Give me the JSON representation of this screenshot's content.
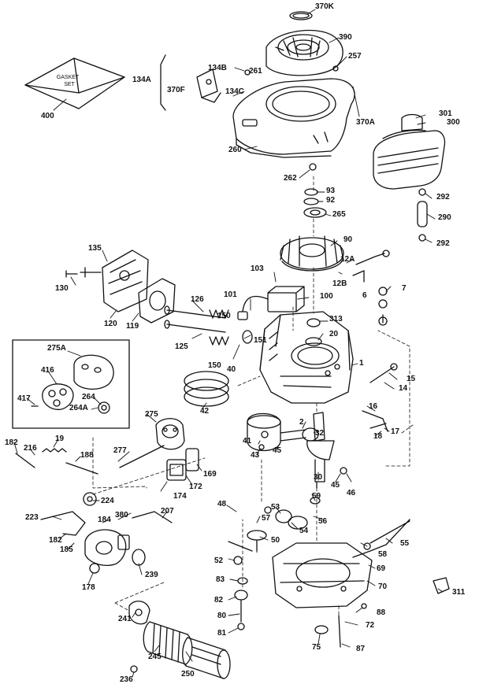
{
  "diagram": {
    "ink_color": "#111111",
    "background_color": "#ffffff",
    "callouts": [
      {
        "id": "370k",
        "text": "370K"
      },
      {
        "id": "390",
        "text": "390"
      },
      {
        "id": "257",
        "text": "257"
      },
      {
        "id": "134b",
        "text": "134B"
      },
      {
        "id": "261",
        "text": "261"
      },
      {
        "id": "134a",
        "text": "134A"
      },
      {
        "id": "370f",
        "text": "370F"
      },
      {
        "id": "134c",
        "text": "134C"
      },
      {
        "id": "370a",
        "text": "370A"
      },
      {
        "id": "400",
        "text": "400"
      },
      {
        "id": "260",
        "text": "260"
      },
      {
        "id": "301",
        "text": "301"
      },
      {
        "id": "300",
        "text": "300"
      },
      {
        "id": "262",
        "text": "262"
      },
      {
        "id": "93",
        "text": "93"
      },
      {
        "id": "92",
        "text": "92"
      },
      {
        "id": "265",
        "text": "265"
      },
      {
        "id": "292a",
        "text": "292"
      },
      {
        "id": "290",
        "text": "290"
      },
      {
        "id": "292b",
        "text": "292"
      },
      {
        "id": "90",
        "text": "90"
      },
      {
        "id": "135",
        "text": "135"
      },
      {
        "id": "12a",
        "text": "12A"
      },
      {
        "id": "103",
        "text": "103"
      },
      {
        "id": "130",
        "text": "130"
      },
      {
        "id": "12b",
        "text": "12B"
      },
      {
        "id": "7",
        "text": "7"
      },
      {
        "id": "101",
        "text": "101"
      },
      {
        "id": "100",
        "text": "100"
      },
      {
        "id": "6",
        "text": "6"
      },
      {
        "id": "126",
        "text": "126"
      },
      {
        "id": "120",
        "text": "120"
      },
      {
        "id": "119",
        "text": "119"
      },
      {
        "id": "313",
        "text": "313"
      },
      {
        "id": "150a",
        "text": "150"
      },
      {
        "id": "20",
        "text": "20"
      },
      {
        "id": "125",
        "text": "125"
      },
      {
        "id": "151",
        "text": "151"
      },
      {
        "id": "275a",
        "text": "275A"
      },
      {
        "id": "150b",
        "text": "150"
      },
      {
        "id": "40",
        "text": "40"
      },
      {
        "id": "1",
        "text": "1"
      },
      {
        "id": "416",
        "text": "416"
      },
      {
        "id": "15",
        "text": "15"
      },
      {
        "id": "14",
        "text": "14"
      },
      {
        "id": "417",
        "text": "417"
      },
      {
        "id": "264",
        "text": "264"
      },
      {
        "id": "264a",
        "text": "264A"
      },
      {
        "id": "42",
        "text": "42"
      },
      {
        "id": "16",
        "text": "16"
      },
      {
        "id": "275",
        "text": "275"
      },
      {
        "id": "2",
        "text": "2"
      },
      {
        "id": "32",
        "text": "32"
      },
      {
        "id": "17",
        "text": "17"
      },
      {
        "id": "41",
        "text": "41"
      },
      {
        "id": "18",
        "text": "18"
      },
      {
        "id": "182a",
        "text": "182"
      },
      {
        "id": "216",
        "text": "216"
      },
      {
        "id": "19",
        "text": "19"
      },
      {
        "id": "43",
        "text": "43"
      },
      {
        "id": "45a",
        "text": "45"
      },
      {
        "id": "277",
        "text": "277"
      },
      {
        "id": "188",
        "text": "188"
      },
      {
        "id": "169",
        "text": "169"
      },
      {
        "id": "30",
        "text": "30"
      },
      {
        "id": "45b",
        "text": "45"
      },
      {
        "id": "172",
        "text": "172"
      },
      {
        "id": "174",
        "text": "174"
      },
      {
        "id": "46",
        "text": "46"
      },
      {
        "id": "224",
        "text": "224"
      },
      {
        "id": "59",
        "text": "59"
      },
      {
        "id": "48",
        "text": "48"
      },
      {
        "id": "53",
        "text": "53"
      },
      {
        "id": "223",
        "text": "223"
      },
      {
        "id": "184",
        "text": "184"
      },
      {
        "id": "380",
        "text": "380"
      },
      {
        "id": "207",
        "text": "207"
      },
      {
        "id": "57",
        "text": "57"
      },
      {
        "id": "56",
        "text": "56"
      },
      {
        "id": "182b",
        "text": "182"
      },
      {
        "id": "54",
        "text": "54"
      },
      {
        "id": "185",
        "text": "185"
      },
      {
        "id": "50",
        "text": "50"
      },
      {
        "id": "55",
        "text": "55"
      },
      {
        "id": "58",
        "text": "58"
      },
      {
        "id": "52",
        "text": "52"
      },
      {
        "id": "69",
        "text": "69"
      },
      {
        "id": "239",
        "text": "239"
      },
      {
        "id": "178",
        "text": "178"
      },
      {
        "id": "83",
        "text": "83"
      },
      {
        "id": "70",
        "text": "70"
      },
      {
        "id": "311",
        "text": "311"
      },
      {
        "id": "82",
        "text": "82"
      },
      {
        "id": "80",
        "text": "80"
      },
      {
        "id": "88",
        "text": "88"
      },
      {
        "id": "241",
        "text": "241"
      },
      {
        "id": "72",
        "text": "72"
      },
      {
        "id": "81",
        "text": "81"
      },
      {
        "id": "75",
        "text": "75"
      },
      {
        "id": "87",
        "text": "87"
      },
      {
        "id": "245",
        "text": "245"
      },
      {
        "id": "250",
        "text": "250"
      },
      {
        "id": "236",
        "text": "236"
      }
    ],
    "manual_cover_text": [
      "GASKET",
      "SET"
    ]
  }
}
